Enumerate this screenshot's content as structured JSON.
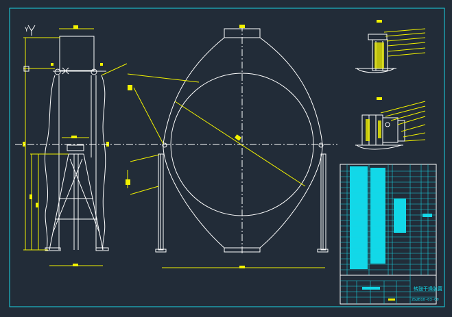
{
  "window": {
    "title": ""
  },
  "axis_indicator": {
    "y_label": "Y"
  },
  "title_block": {
    "project_name": "转鼓干燥装置",
    "drawing_number": "ZG2B10-03-00"
  },
  "colors": {
    "background": "#222c38",
    "frame": "#19d3e3",
    "geometry": "#ffffff",
    "dimensions": "#f2f200",
    "leaders": "#f2f200",
    "table_fill": "#12d8e8"
  }
}
